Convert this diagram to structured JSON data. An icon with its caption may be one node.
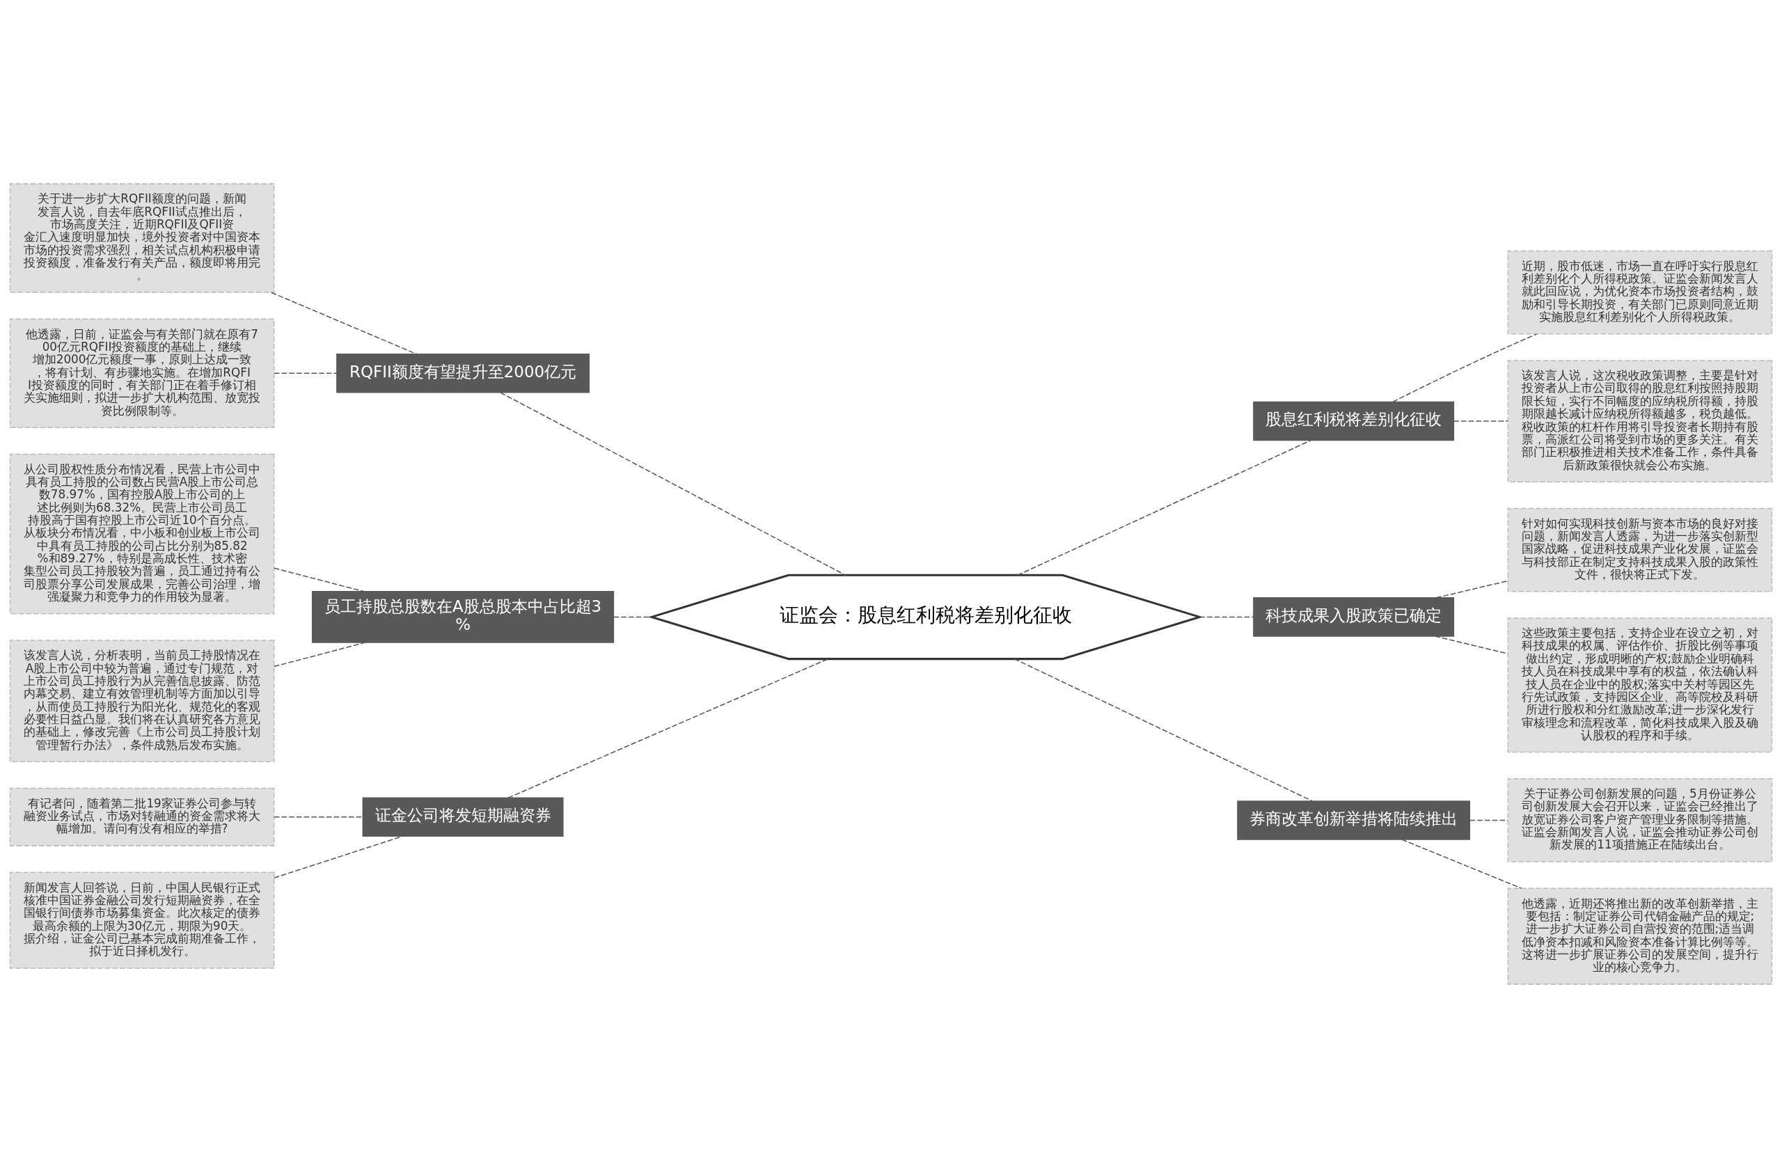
{
  "diagram": {
    "nodes": [
      {
        "text": [
          "证监会：股息红利税将差别化征收"
        ]
      },
      {
        "text": [
          "RQFII额度有望提升至2000亿元"
        ]
      },
      {
        "text": [
          "关于进一步扩大RQFII额度的问题，新闻发言人说，自去年底RQFII试点推出后，市场高度关注，近期RQFII及QFII资金汇入速度明显加快，境外投资者对中国资本市场的投资需求强烈，相关试点机构积极申请投资额度，准备发行有关产品，额度即将用完。"
        ]
      },
      {
        "text": [
          "他透露，日前，证监会与有关部门就在原有700亿元RQFII投资额度的基础上，继续增加2000亿元额度一事，原则上达成一致，将有计划、有步骤地实施。在增加RQFII投资额度的同时，有关部门正在着手修订相关实施细则，拟进一步扩大机构范围、放宽投资比例限制等。"
        ]
      },
      {
        "text": [
          "员工持股总股数在A股总股本中占比超3%"
        ]
      },
      {
        "text": [
          "从公司股权性质分布情况看，民营上市公司中具有员工持股的公司数占民营A股上市公司总数78.97%，国有控股A股上市公司的上述比例则为68.32%。民营上市公司员工持股高于国有控股上市公司近10个百分点。从板块分布情况看，中小板和创业板上市公司中具有员工持股的公司占比分别为85.82%和89.27%，特别是高成长性、技术密集型公司员工持股较为普遍，员工通过持有公司股票分享公司发展成果，完善公司治理，增强凝聚力和竞争力的作用较为显著。"
        ]
      },
      {
        "text": [
          "该发言人说，分析表明，当前员工持股情况在A股上市公司中较为普遍，通过专门规范，对上市公司员工持股行为从完善信息披露、防范内幕交易、建立有效管理机制等方面加以引导，从而使员工持股行为阳光化、规范化的客观必要性日益凸显。我们将在认真研究各方意见的基础上，修改完善《上市公司员工持股计划管理暂行办法》，条件成熟后发布实施。"
        ]
      },
      {
        "text": [
          "证金公司将发短期融资券"
        ]
      },
      {
        "text": [
          "有记者问，随着第二批19家证券公司参与转融资业务试点，市场对转融通的资金需求将大幅增加。请问有没有相应的举措?"
        ]
      },
      {
        "text": [
          "新闻发言人回答说，日前，中国人民银行正式核准中国证券金融公司发行短期融资券，在全国银行间债券市场募集资金。此次核定的债券最高余额的上限为30亿元，期限为90天。据介绍，证金公司已基本完成前期准备工作，拟于近日择机发行。"
        ]
      },
      {
        "text": [
          "股息红利税将差别化征收"
        ]
      },
      {
        "text": [
          "近期，股市低迷，市场一直在呼吁实行股息红利差别化个人所得税政策。证监会新闻发言人就此回应说，为优化资本市场投资者结构，鼓励和引导长期投资，有关部门已原则同意近期实施股息红利差别化个人所得税政策。"
        ]
      },
      {
        "text": [
          "该发言人说，这次税收政策调整，主要是针对投资者从上市公司取得的股息红利按照持股期限长短，实行不同幅度的应纳税所得额，持股期限越长减计应纳税所得额越多，税负越低。税收政策的杠杆作用将引导投资者长期持有股票，高派红公司将受到市场的更多关注。有关部门正积极推进相关技术准备工作，条件具备后新政策很快就会公布实施。"
        ]
      },
      {
        "text": [
          "科技成果入股政策已确定"
        ]
      },
      {
        "text": [
          "针对如何实现科技创新与资本市场的良好对接问题，新闻发言人透露，为进一步落实创新型国家战略，促进科技成果产业化发展，证监会与科技部正在制定支持科技成果入股的政策性文件，很快将正式下发。"
        ]
      },
      {
        "text": [
          "这些政策主要包括，支持企业在设立之初，对科技成果的权属、评估作价、折股比例等事项做出约定，形成明晰的产权;鼓励企业明确科技人员在科技成果中享有的权益，依法确认科技人员在企业中的股权;落实中关村等园区先行先试政策，支持园区企业、高等院校及科研所进行股权和分红激励改革;进一步深化发行审核理念和流程改革，简化科技成果入股及确认股权的程序和手续。"
        ]
      },
      {
        "text": [
          "券商改革创新举措将陆续推出"
        ]
      },
      {
        "text": [
          "关于证券公司创新发展的问题，5月份证券公司创新发展大会召开以来，证监会已经推出了放宽证券公司客户资产管理业务限制等措施。证监会新闻发言人说，证监会推动证券公司创新发展的11项措施正在陆续出台。"
        ]
      },
      {
        "text": [
          "他透露，近期还将推出新的改革创新举措，主要包括：制定证券公司代销金融产品的规定;进一步扩大证券公司自营投资的范围;适当调低净资本扣减和风险资本准备计算比例等等。这将进一步扩展证券公司的发展空间，提升行业的核心竞争力。"
        ]
      }
    ],
    "edges": [
      {
        "from": 0,
        "to": 1,
        "arrow": "none",
        "style": "dashed"
      },
      {
        "from": 1,
        "to": 2,
        "arrow": "none",
        "style": "dashed"
      },
      {
        "from": 1,
        "to": 3,
        "arrow": "none",
        "style": "dashed"
      },
      {
        "from": 0,
        "to": 4,
        "arrow": "none",
        "style": "dashed"
      },
      {
        "from": 4,
        "to": 5,
        "arrow": "none",
        "style": "dashed"
      },
      {
        "from": 4,
        "to": 6,
        "arrow": "none",
        "style": "dashed"
      },
      {
        "from": 0,
        "to": 7,
        "arrow": "none",
        "style": "dashed"
      },
      {
        "from": 7,
        "to": 8,
        "arrow": "none",
        "style": "dashed"
      },
      {
        "from": 7,
        "to": 9,
        "arrow": "none",
        "style": "dashed"
      },
      {
        "from": 0,
        "to": 10,
        "arrow": "none",
        "style": "dashed"
      },
      {
        "from": 10,
        "to": 11,
        "arrow": "none",
        "style": "dashed"
      },
      {
        "from": 10,
        "to": 12,
        "arrow": "none",
        "style": "dashed"
      },
      {
        "from": 0,
        "to": 13,
        "arrow": "none",
        "style": "dashed"
      },
      {
        "from": 13,
        "to": 14,
        "arrow": "none",
        "style": "dashed"
      },
      {
        "from": 13,
        "to": 15,
        "arrow": "none",
        "style": "dashed"
      },
      {
        "from": 0,
        "to": 16,
        "arrow": "none",
        "style": "dashed"
      },
      {
        "from": 16,
        "to": 17,
        "arrow": "none",
        "style": "dashed"
      },
      {
        "from": 16,
        "to": 18,
        "arrow": "none",
        "style": "dashed"
      }
    ]
  }
}
